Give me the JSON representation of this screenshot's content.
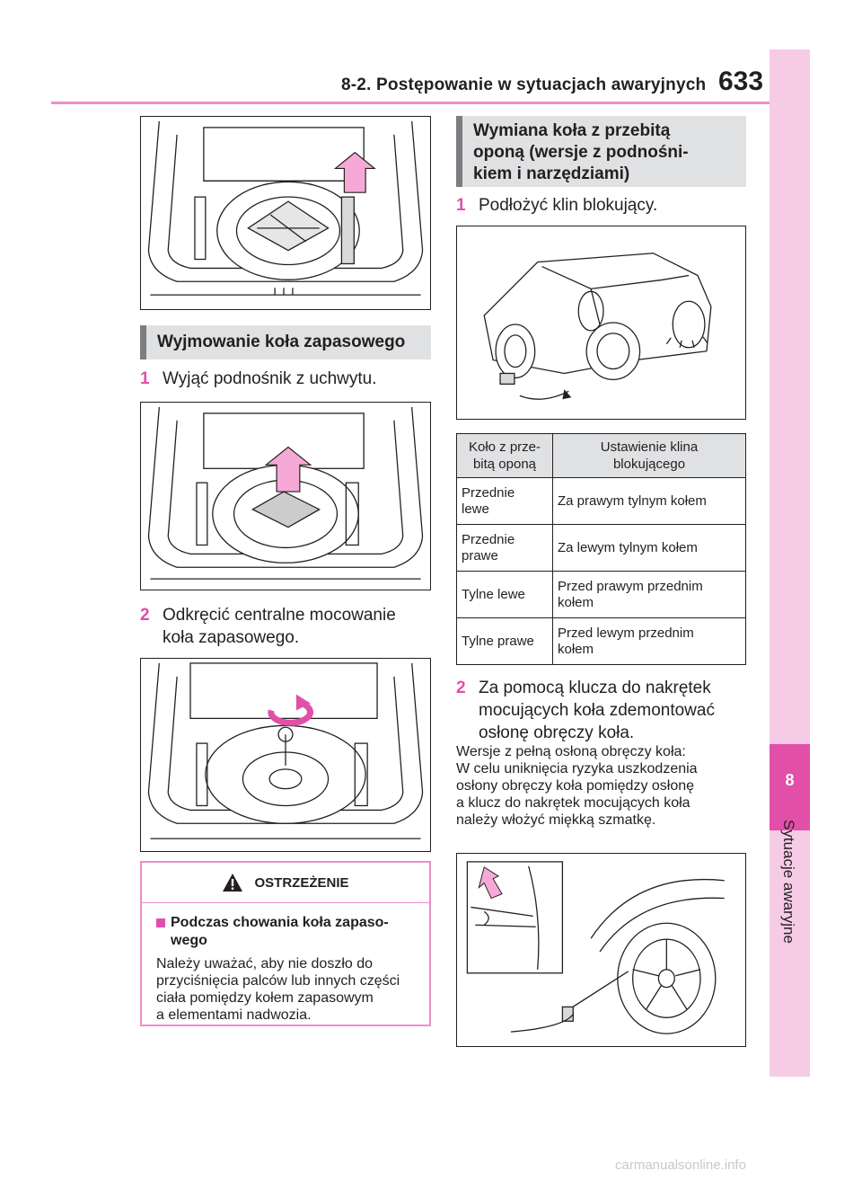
{
  "header": {
    "section_title": "8-2. Postępowanie w sytuacjach awaryjnych",
    "page_number": "633"
  },
  "sidebar": {
    "chapter_number": "8",
    "chapter_title": "Sytuacje awaryjne"
  },
  "left": {
    "heading": "Wyjmowanie koła zapasowego",
    "steps": [
      {
        "num": "1",
        "text": "Wyjąć podnośnik z uchwytu."
      },
      {
        "num": "2",
        "text_line1": "Odkręcić centralne mocowanie",
        "text_line2": "koła zapasowego."
      }
    ],
    "warning": {
      "title": "OSTRZEŻENIE",
      "subtitle_line1": "Podczas chowania koła zapaso-",
      "subtitle_line2": "wego",
      "body": [
        "Należy uważać, aby nie doszło do",
        "przyciśnięcia palców lub innych części",
        "ciała pomiędzy kołem zapasowym",
        "a elementami nadwozia."
      ]
    }
  },
  "right": {
    "heading": [
      "Wymiana koła z przebitą",
      "oponą (wersje z podnośni-",
      "kiem i narzędziami)"
    ],
    "step1": {
      "num": "1",
      "text": "Podłożyć klin blokujący."
    },
    "table": {
      "headers": [
        [
          "Koło z prze-",
          "bitą oponą"
        ],
        [
          "Ustawienie klina",
          "blokującego"
        ]
      ],
      "rows": [
        {
          "col1": [
            "Przednie",
            "lewe"
          ],
          "col2": [
            "Za prawym tylnym kołem"
          ]
        },
        {
          "col1": [
            "Przednie",
            "prawe"
          ],
          "col2": [
            "Za lewym tylnym kołem"
          ]
        },
        {
          "col1": [
            "Tylne lewe"
          ],
          "col2": [
            "Przed prawym przednim",
            "kołem"
          ]
        },
        {
          "col1": [
            "Tylne prawe"
          ],
          "col2": [
            "Przed lewym przednim",
            "kołem"
          ]
        }
      ]
    },
    "step2": {
      "num": "2",
      "lines": [
        "Za pomocą klucza do nakrętek",
        "mocujących koła zdemontować",
        "osłonę obręczy koła."
      ]
    },
    "note": [
      "Wersje z pełną osłoną obręczy koła:",
      "W celu uniknięcia ryzyka uszkodzenia",
      "osłony obręczy koła pomiędzy osłonę",
      "a klucz do nakrętek mocujących koła",
      "należy włożyć miękką szmatkę."
    ]
  },
  "footer": {
    "watermark": "carmanualsonline.info"
  },
  "colors": {
    "accent": "#e24fa9",
    "accent_light": "#f6cbe6",
    "rule": "#e98fc7",
    "heading_bg": "#dfe1e3",
    "heading_bar": "#7b7d80"
  }
}
